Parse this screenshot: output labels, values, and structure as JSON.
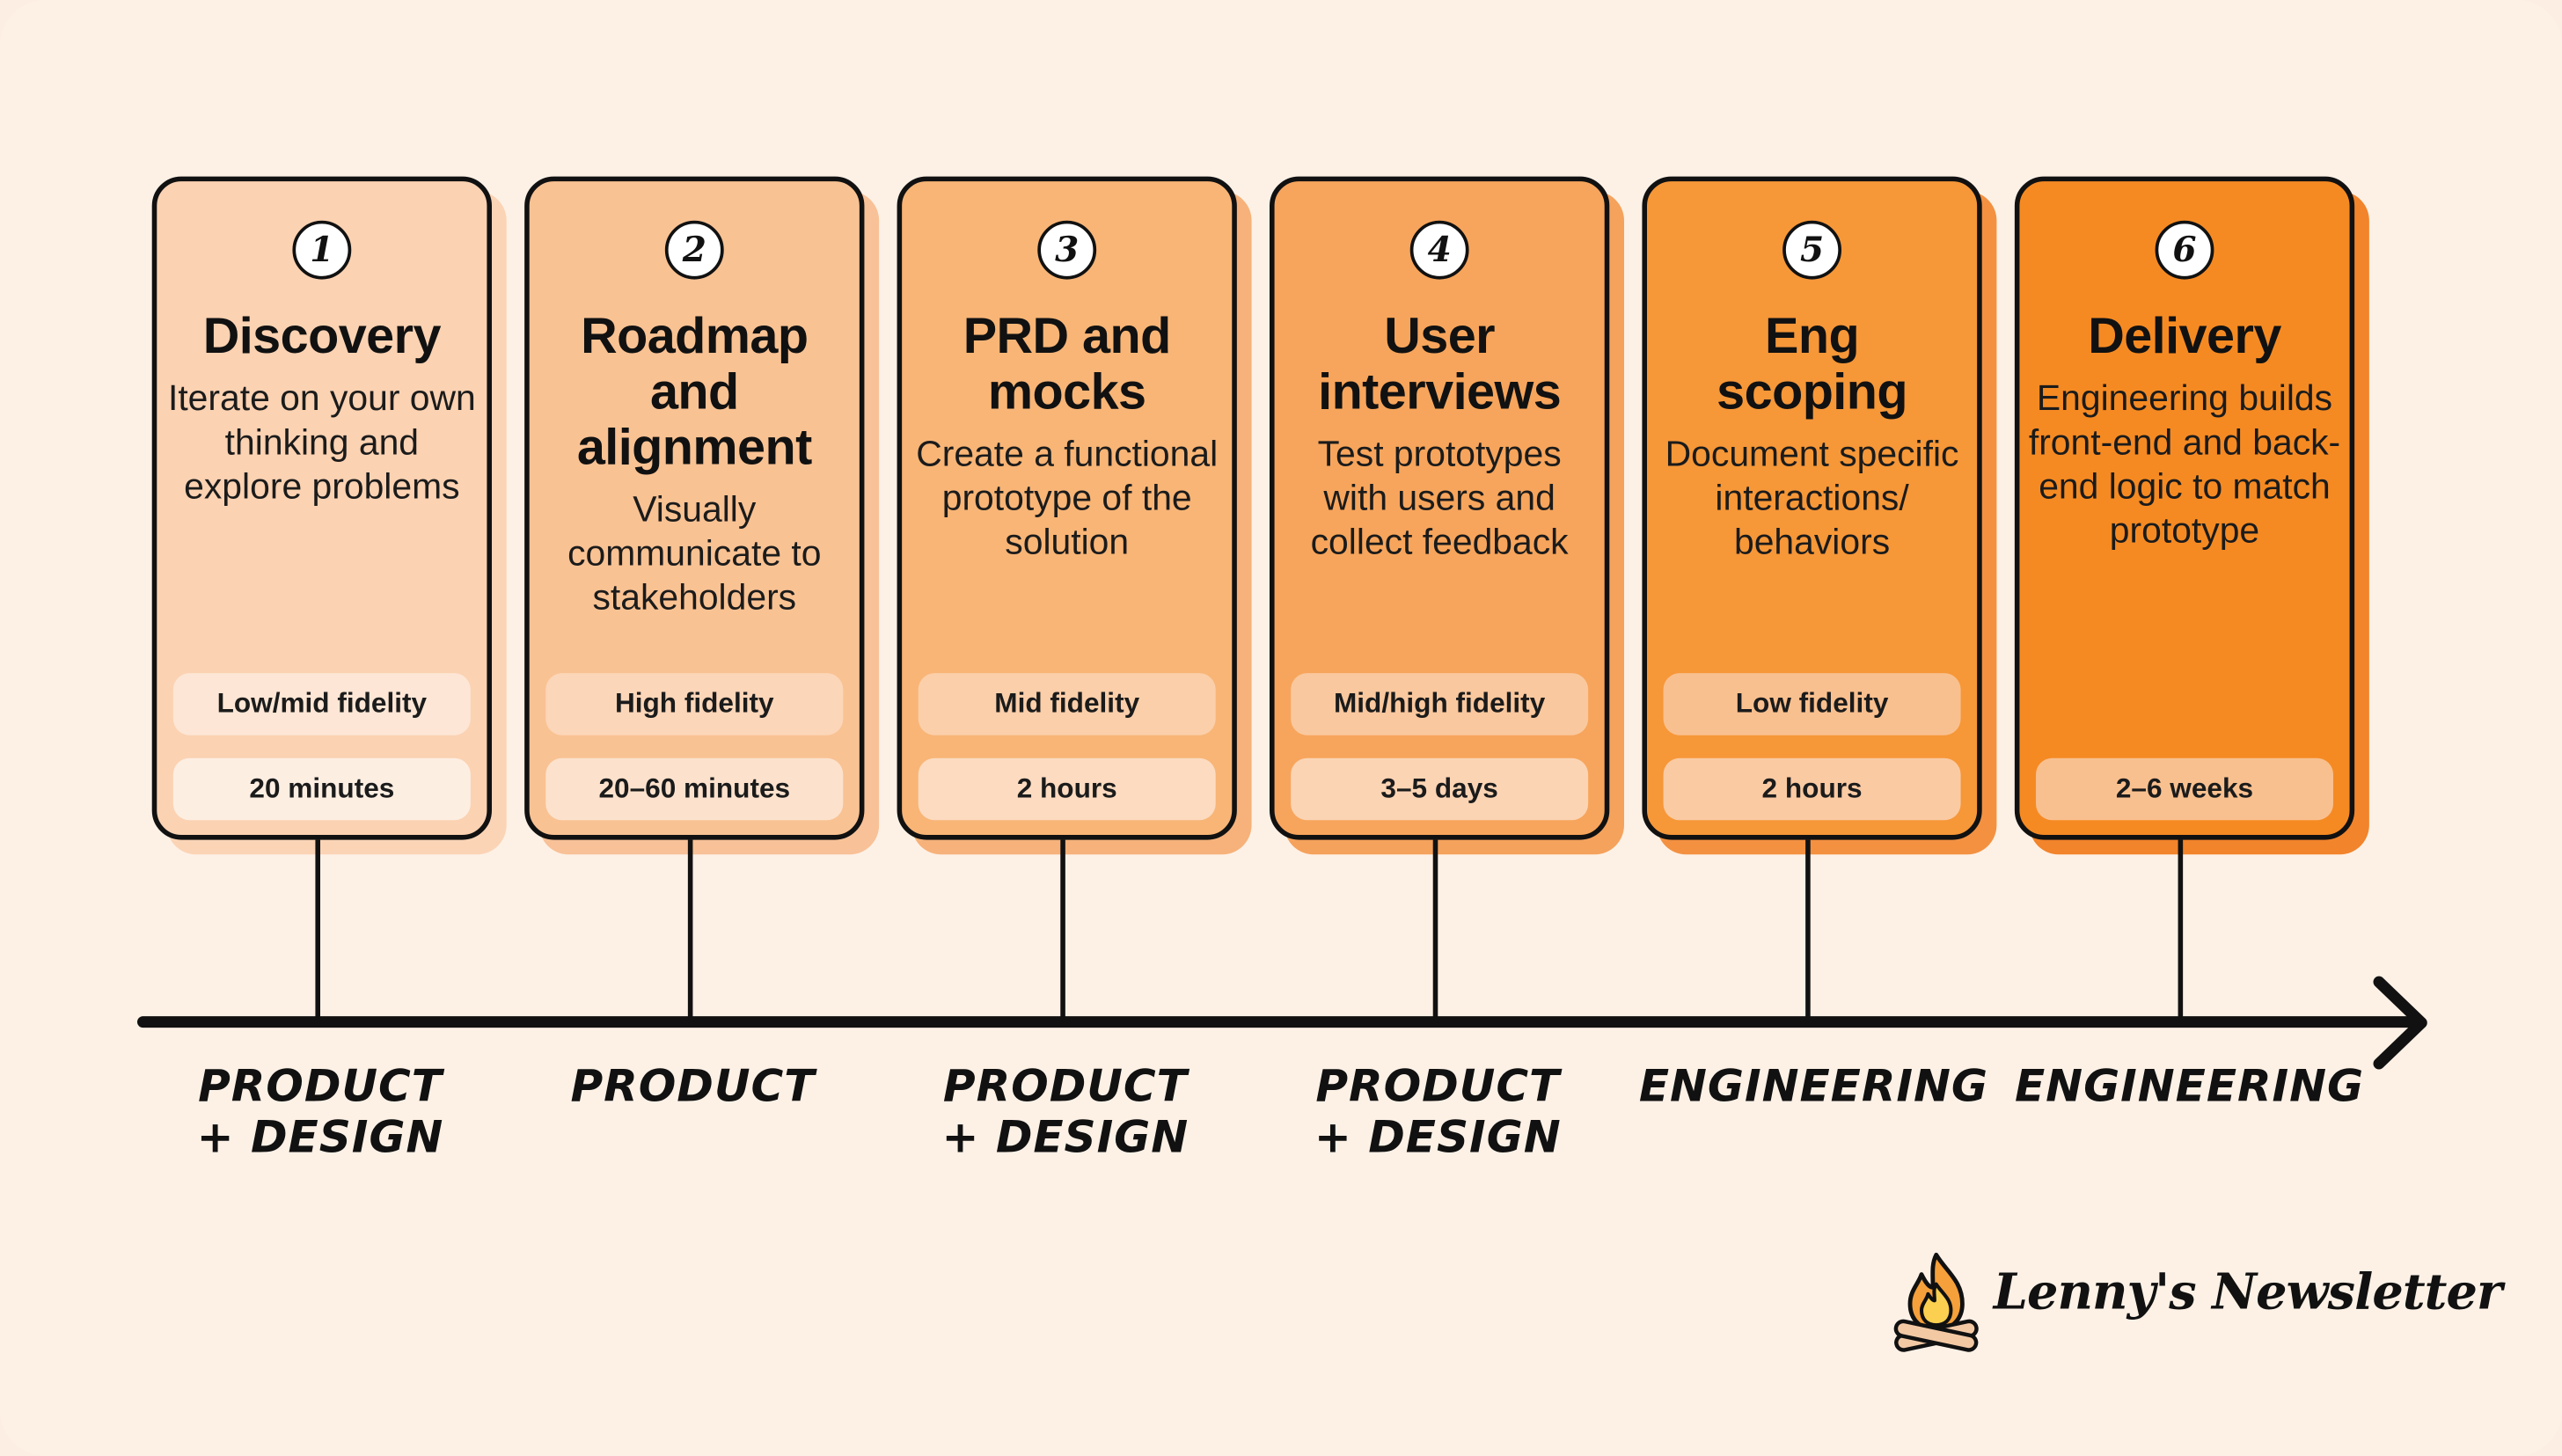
{
  "stages": [
    {
      "number": "1",
      "title": "Discovery",
      "description": "Iterate on your own thinking and explore problems",
      "fidelity": "Low/mid fidelity",
      "duration": "20 minutes",
      "owner": [
        "PRODUCT",
        "+ DESIGN"
      ]
    },
    {
      "number": "2",
      "title": "Roadmap and alignment",
      "description": "Visually communicate to stakeholders",
      "fidelity": "High fidelity",
      "duration": "20–60 minutes",
      "owner": [
        "PRODUCT"
      ]
    },
    {
      "number": "3",
      "title": "PRD and mocks",
      "description": "Create a functional prototype of the solution",
      "fidelity": "Mid fidelity",
      "duration": "2 hours",
      "owner": [
        "PRODUCT",
        "+ DESIGN"
      ]
    },
    {
      "number": "4",
      "title": "User interviews",
      "description": "Test prototypes with users and collect feedback",
      "fidelity": "Mid/high fidelity",
      "duration": "3–5 days",
      "owner": [
        "PRODUCT",
        "+ DESIGN"
      ]
    },
    {
      "number": "5",
      "title": "Eng scoping",
      "description": "Document specific interactions/ behaviors",
      "fidelity": "Low fidelity",
      "duration": "2 hours",
      "owner": [
        "ENGINEERING"
      ]
    },
    {
      "number": "6",
      "title": "Delivery",
      "description": "Engineering builds front-end and back-end logic to match prototype",
      "fidelity": "",
      "duration": "2–6 weeks",
      "owner": [
        "ENGINEERING"
      ]
    }
  ],
  "brand": {
    "name": "Lenny's Newsletter",
    "logo_icon": "campfire-icon"
  },
  "colors": {
    "background": "#fdf1e6",
    "card_fill": [
      "#fbd2b2",
      "#f9c293",
      "#f8b576",
      "#f7a55c",
      "#f69738",
      "#f58a23"
    ],
    "card_shadow": [
      "#fbd4b6",
      "#f8c197",
      "#f6b27a",
      "#f5a25c",
      "#f39141",
      "#f2842b"
    ],
    "pill_a": [
      "#fde6d5",
      "#fcd6b9",
      "#fbcfaa",
      "#fac89e",
      "#f9c08f",
      ""
    ],
    "pill_b": [
      "#fdeee2",
      "#fce2cd",
      "#fcdbc0",
      "#fbd4b4",
      "#facaa3",
      "#f9c08f"
    ],
    "ink": "#111111"
  }
}
